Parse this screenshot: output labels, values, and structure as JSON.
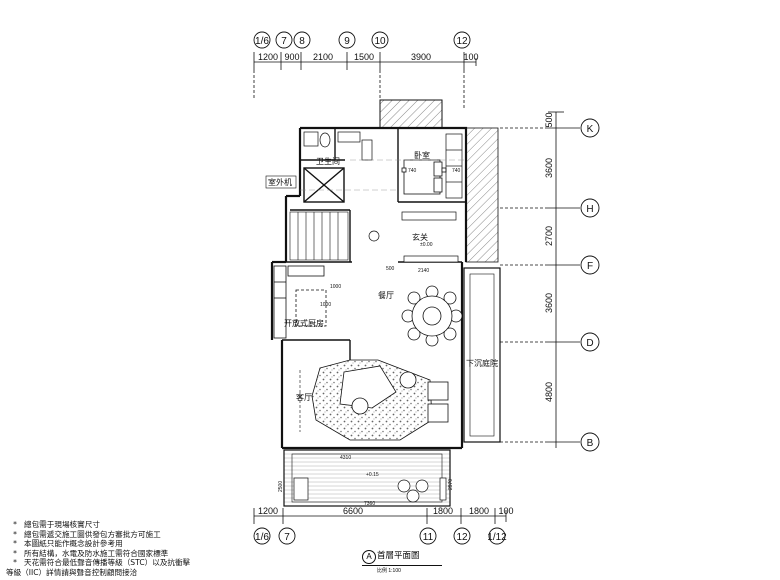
{
  "drawing": {
    "title": "首層平面圖",
    "sheet_mark": "A",
    "scale": "比例 1:100"
  },
  "axes": {
    "top": [
      {
        "label": "1/6"
      },
      {
        "label": "7"
      },
      {
        "label": "8"
      },
      {
        "label": "9"
      },
      {
        "label": "10"
      },
      {
        "label": "12"
      }
    ],
    "bottom": [
      {
        "label": "1/6"
      },
      {
        "label": "7"
      },
      {
        "label": "11"
      },
      {
        "label": "12"
      },
      {
        "label": "1/12"
      }
    ],
    "right": [
      {
        "label": "K"
      },
      {
        "label": "H"
      },
      {
        "label": "F"
      },
      {
        "label": "D"
      },
      {
        "label": "B"
      }
    ]
  },
  "dimensions": {
    "top": [
      "1200",
      "900",
      "2100",
      "1500",
      "3900",
      "100"
    ],
    "bottom": [
      "1200",
      "6600",
      "1800",
      "1800",
      "100"
    ],
    "right": [
      "500",
      "3600",
      "2700",
      "3600",
      "4800"
    ]
  },
  "inner_dims": [
    "1000",
    "740",
    "740",
    "2140",
    "500",
    "4310",
    "7360",
    "2500",
    "2970",
    "1000"
  ],
  "levels": [
    "±0.00",
    "+0.15"
  ],
  "rooms": {
    "bathroom": "卫生间",
    "bedroom": "卧室",
    "outdoor_unit": "室外机",
    "foyer": "玄关",
    "dining": "餐厅",
    "kitchen": "开放式厨房",
    "living": "客厅",
    "sunken_court": "下沉庭院"
  },
  "notes": {
    "bullet": "*",
    "items": [
      "總包需于現場核實尺寸",
      "總包需遞交施工圖供發包方審批方可施工",
      "本圖紙只能作概念設計參考用",
      "所有結構，水電及防水施工需符合國家標準",
      "天花需符合最低聲音傳播等級（STC）以及抗衝擊"
    ],
    "continuation": "等級（IIC）詳情請與聲音控制顧問接洽"
  }
}
